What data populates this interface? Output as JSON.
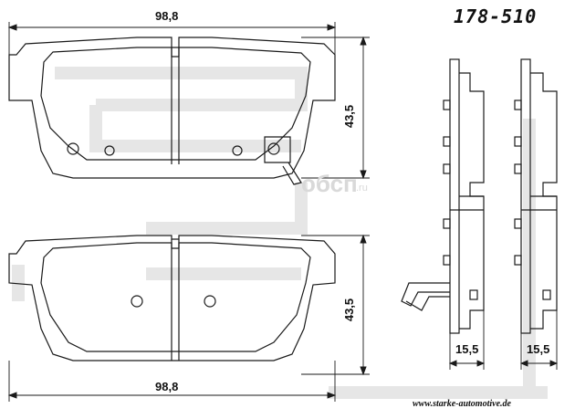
{
  "part_number": "178-510",
  "website": "www.starke-automotive.de",
  "watermark": "oбсп",
  "watermark_suffix": ".ru",
  "dimensions": {
    "top_pad_width": "98,8",
    "top_pad_height": "43,5",
    "bottom_pad_width": "98,8",
    "bottom_pad_height": "43,5",
    "side_view_1_thickness": "15,5",
    "side_view_2_thickness": "15,5"
  },
  "colors": {
    "line": "#1a1a1a",
    "logo_watermark": "#e6e6e6",
    "background": "#ffffff"
  }
}
